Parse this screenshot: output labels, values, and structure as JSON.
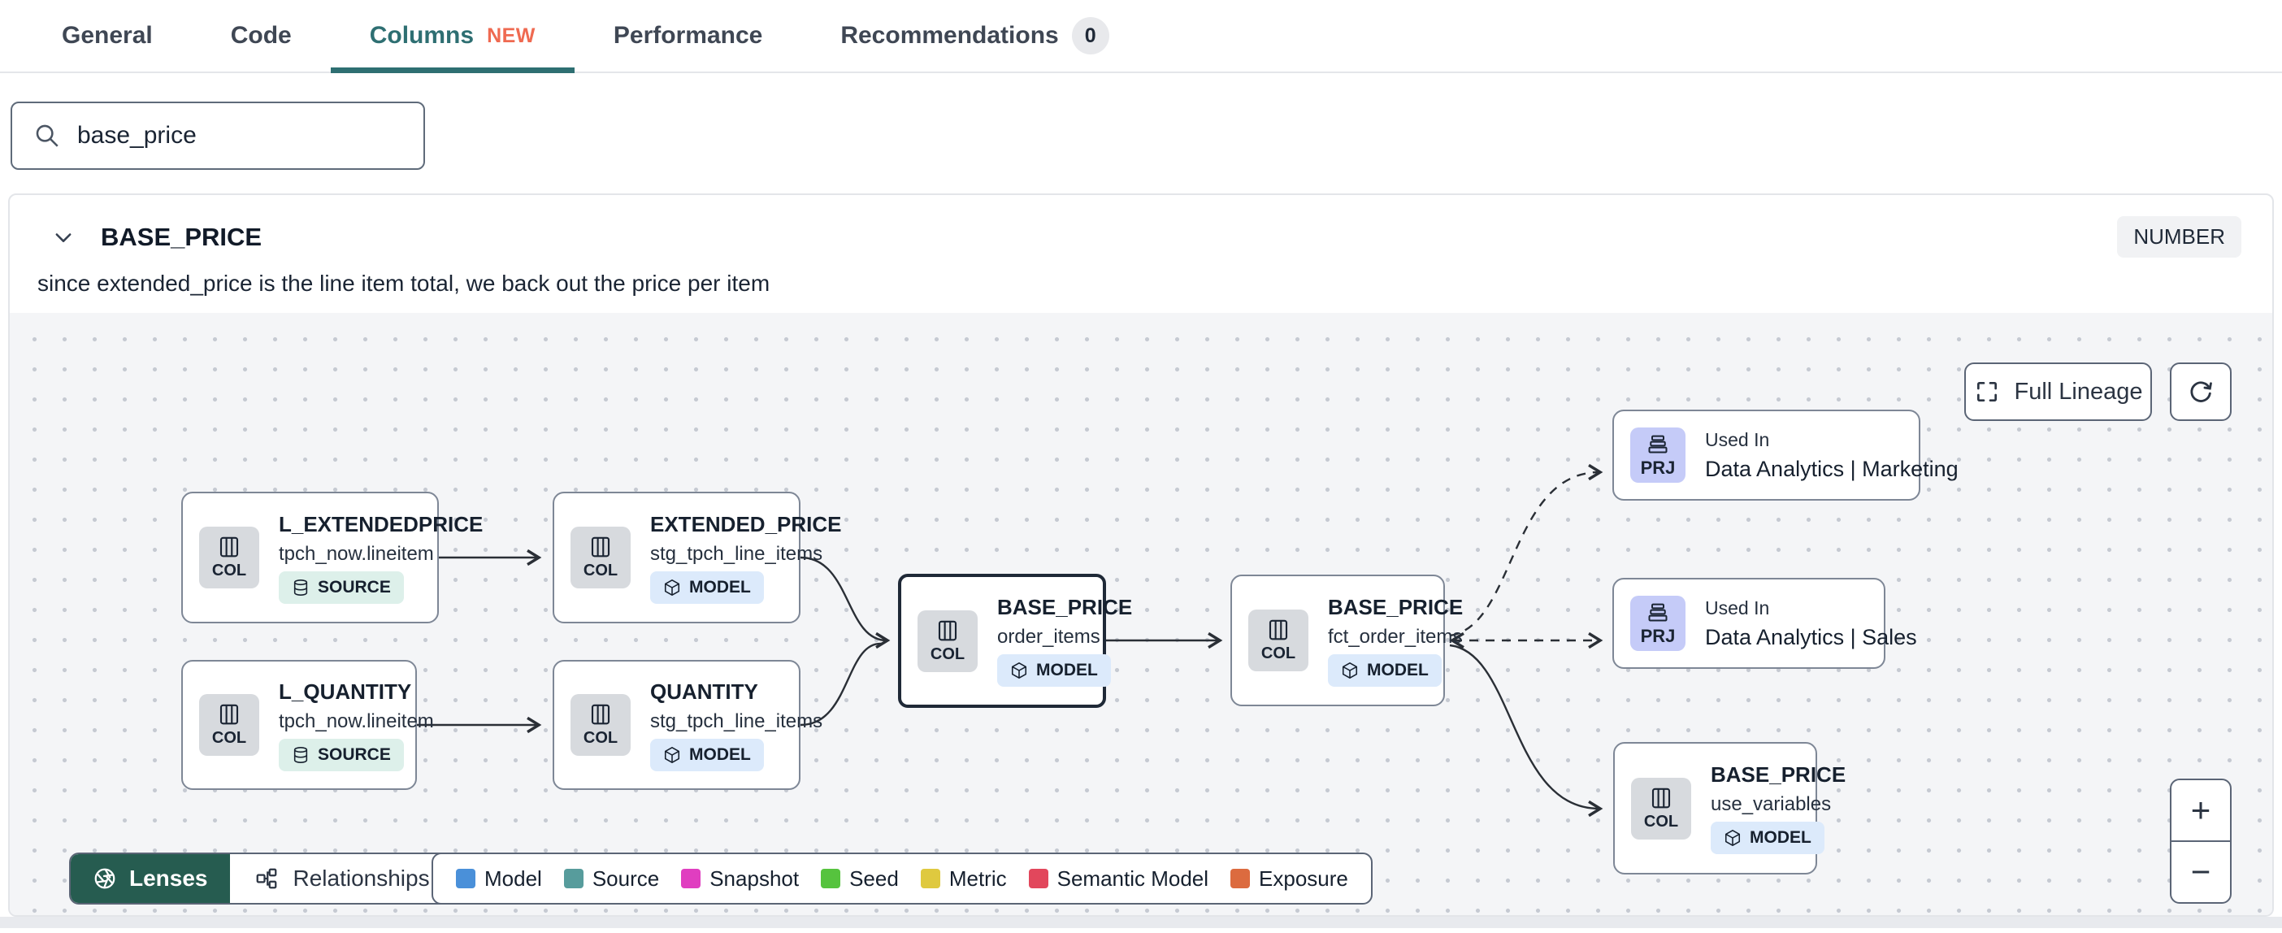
{
  "tabs": {
    "general": "General",
    "code": "Code",
    "columns": "Columns",
    "columns_badge": "NEW",
    "performance": "Performance",
    "recommendations": "Recommendations",
    "recommendations_count": "0"
  },
  "search": {
    "value": "base_price"
  },
  "column_panel": {
    "name": "BASE_PRICE",
    "type": "NUMBER",
    "description": "since extended_price is the line item total, we back out the price per item"
  },
  "lineage": {
    "full_lineage": "Full Lineage",
    "zoom_in": "+",
    "zoom_out": "−",
    "nodes": [
      {
        "chip": "COL",
        "title": "L_EXTENDEDPRICE",
        "subtitle": "tpch_now.lineitem",
        "badge": "SOURCE"
      },
      {
        "chip": "COL",
        "title": "EXTENDED_PRICE",
        "subtitle": "stg_tpch_line_items",
        "badge": "MODEL"
      },
      {
        "chip": "COL",
        "title": "L_QUANTITY",
        "subtitle": "tpch_now.lineitem",
        "badge": "SOURCE"
      },
      {
        "chip": "COL",
        "title": "QUANTITY",
        "subtitle": "stg_tpch_line_items",
        "badge": "MODEL"
      },
      {
        "chip": "COL",
        "title": "BASE_PRICE",
        "subtitle": "order_items",
        "badge": "MODEL",
        "selected": true
      },
      {
        "chip": "COL",
        "title": "BASE_PRICE",
        "subtitle": "fct_order_items",
        "badge": "MODEL"
      },
      {
        "chip": "PRJ",
        "kicker": "Used In",
        "title": "Data Analytics | Marketing"
      },
      {
        "chip": "PRJ",
        "kicker": "Used In",
        "title": "Data Analytics | Sales"
      },
      {
        "chip": "COL",
        "title": "BASE_PRICE",
        "subtitle": "use_variables",
        "badge": "MODEL"
      }
    ],
    "footer": {
      "lenses": "Lenses",
      "relationships": "Relationships",
      "legend": [
        {
          "label": "Model",
          "color": "#4a90d9"
        },
        {
          "label": "Source",
          "color": "#579c9c"
        },
        {
          "label": "Snapshot",
          "color": "#e03ec0"
        },
        {
          "label": "Seed",
          "color": "#56c33e"
        },
        {
          "label": "Metric",
          "color": "#dfc93f"
        },
        {
          "label": "Semantic Model",
          "color": "#e2475c"
        },
        {
          "label": "Exposure",
          "color": "#dc6b3f"
        }
      ]
    }
  },
  "colors": {
    "active_tab": "#2e6f72",
    "new_badge": "#ef6a51",
    "lenses_green": "#265c50",
    "model_badge_bg": "#dceafb",
    "source_badge_bg": "#ddf0ea",
    "prj_chip_bg": "#c5cbf8",
    "col_chip_bg": "#d7dade",
    "edge": "#2a2f36"
  }
}
